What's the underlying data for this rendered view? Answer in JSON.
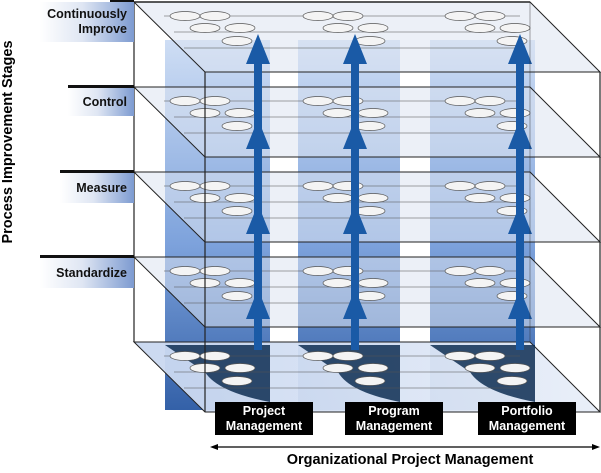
{
  "diagram": {
    "y_axis_label": "Process Improvement Stages",
    "x_axis_label": "Organizational Project Management",
    "stages": [
      {
        "label_line1": "Continuously",
        "label_line2": "Improve"
      },
      {
        "label_line1": "Control",
        "label_line2": ""
      },
      {
        "label_line1": "Measure",
        "label_line2": ""
      },
      {
        "label_line1": "Standardize",
        "label_line2": ""
      }
    ],
    "domains": [
      {
        "line1": "Project",
        "line2": "Management"
      },
      {
        "line1": "Program",
        "line2": "Management"
      },
      {
        "line1": "Portfolio",
        "line2": "Management"
      }
    ],
    "colors": {
      "column_light": "#b9cdee",
      "column_dark": "#1f4f9a",
      "arrow": "#1a5aa6",
      "plane": "#dde4f1",
      "edge": "#222222",
      "base_dark": "#0e2e52"
    },
    "arrows_direction": "up",
    "x_axis_arrow": "bidirectional"
  }
}
